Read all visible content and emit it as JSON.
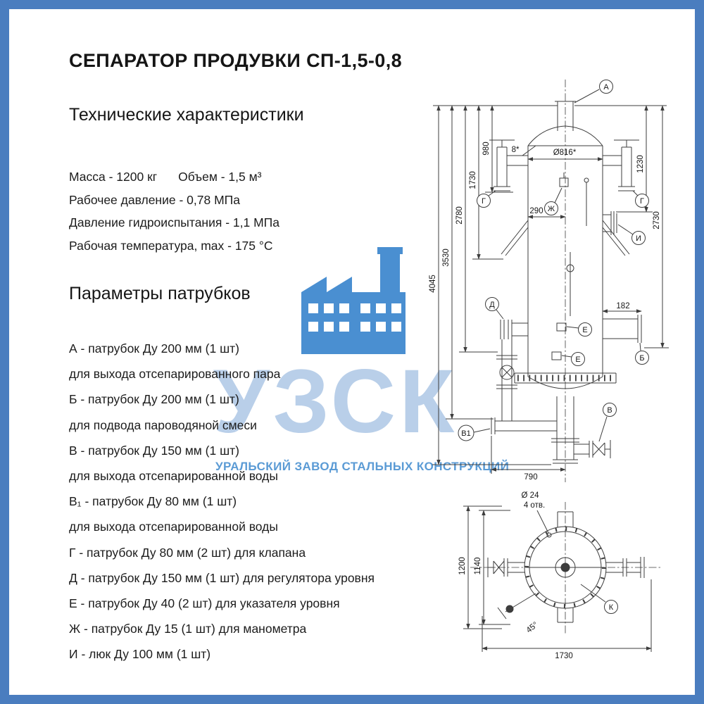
{
  "doc": {
    "title": "СЕПАРАТОР ПРОДУВКИ СП-1,5-0,8",
    "tech": {
      "heading": "Технические характеристики",
      "mass": "Масса - 1200 кг",
      "volume": "Объем - 1,5 м³",
      "lines": [
        "Рабочее давление - 0,78 МПа",
        "Давление гидроиспытания - 1,1 МПа",
        "Рабочая температура, max - 175 °С"
      ]
    },
    "nozzles": {
      "heading": "Параметры патрубков",
      "items": [
        "А - патрубок Ду 200 мм (1 шт)",
        "для выхода отсепарированного пара",
        "Б - патрубок Ду 200 мм (1 шт)",
        "для подвода пароводяной смеси",
        "В - патрубок Ду 150 мм (1 шт)",
        "для выхода отсепарированной воды",
        "В₁ - патрубок Ду 80 мм (1 шт)",
        "для выхода отсепарированной воды",
        "Г - патрубок Ду 80 мм (2 шт) для клапана",
        "Д - патрубок Ду 150 мм (1 шт) для регулятора уровня",
        "Е - патрубок Ду 40 (2 шт) для указателя уровня",
        "Ж - патрубок Ду 15 (1 шт) для манометра",
        "И - люк Ду 100 мм (1 шт)"
      ]
    }
  },
  "watermark": {
    "abbr": "УЗСК",
    "full": "УРАЛЬСКИЙ ЗАВОД СТАЛЬНЫХ КОНСТРУКЦИЙ"
  },
  "drawing": {
    "main": {
      "dim_980": "980",
      "dim_1730": "1730",
      "dim_2780": "2780",
      "dim_3530": "3530",
      "dim_4045": "4045",
      "dim_1230": "1230",
      "dim_2730": "2730",
      "dim_290": "290",
      "dim_182": "182",
      "dim_790": "790",
      "dia_816": "Ø816*",
      "taper_8": "8*",
      "label_A": "А",
      "label_G": "Г",
      "label_Zh": "Ж",
      "label_I": "И",
      "label_D": "Д",
      "label_E": "Е",
      "label_B": "Б",
      "label_V": "В",
      "label_V1": "В1"
    },
    "bottom": {
      "dia_24": "Ø 24",
      "holes": "4 отв.",
      "dim_1200": "1200",
      "dim_1140": "1140",
      "dim_1730": "1730",
      "angle_45": "45°",
      "label_K": "К"
    }
  },
  "colors": {
    "frame": "#4a7dbf",
    "watermark_light": "#b9cfe9",
    "watermark_blue": "#5b9bd5",
    "icon_blue": "#4a8fd1"
  }
}
